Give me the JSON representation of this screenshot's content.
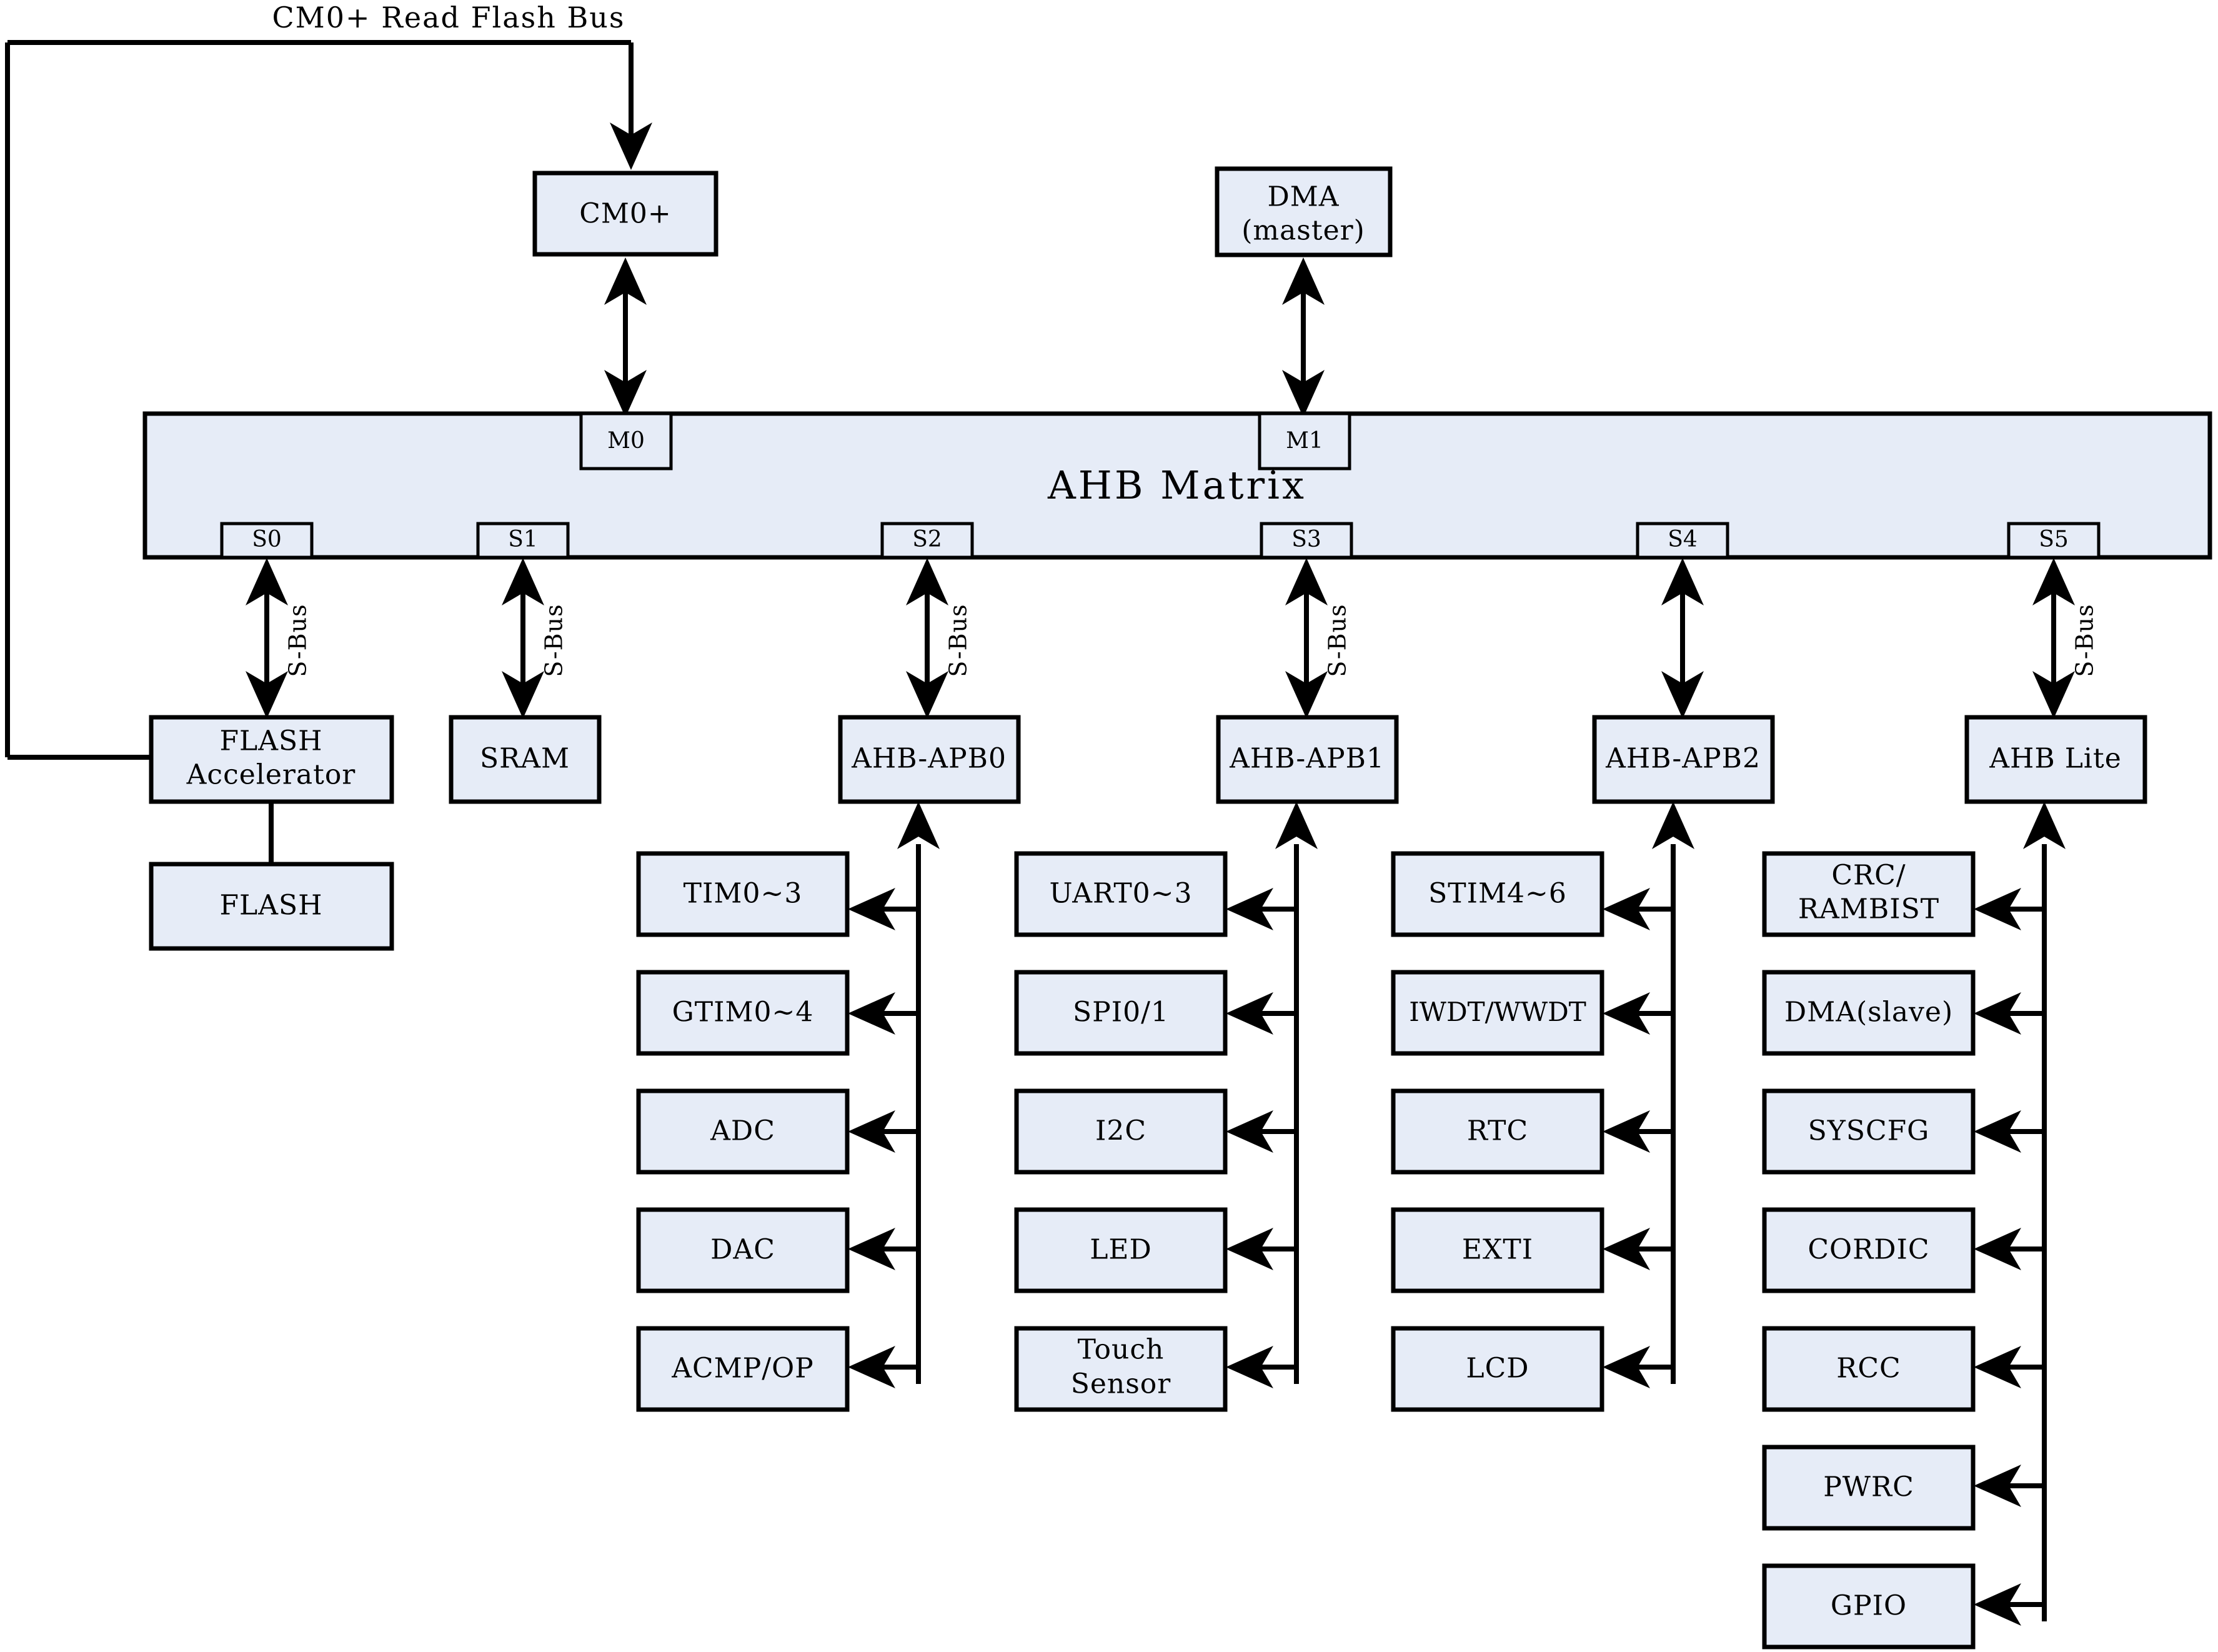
{
  "diagram": {
    "title": "CM0+ Read Flash Bus",
    "matrix_label": "AHB Matrix",
    "sbus_label": "S-Bus",
    "colors": {
      "block_fill": "#e6ecf7",
      "stroke": "#000000",
      "background": "#ffffff"
    },
    "masters": [
      {
        "id": "m0",
        "label": "CM0+",
        "port": "M0"
      },
      {
        "id": "m1",
        "label": "DMA\n(master)",
        "line1": "DMA",
        "line2": "(master)",
        "port": "M1"
      }
    ],
    "slave_ports": [
      {
        "port": "S0",
        "label": "FLASH Accelerator",
        "line1": "FLASH",
        "line2": "Accelerator"
      },
      {
        "port": "S1",
        "label": "SRAM",
        "line1": "SRAM",
        "line2": ""
      },
      {
        "port": "S2",
        "label": "AHB-APB0",
        "line1": "AHB-APB0",
        "line2": ""
      },
      {
        "port": "S3",
        "label": "AHB-APB1",
        "line1": "AHB-APB1",
        "line2": ""
      },
      {
        "port": "S4",
        "label": "AHB-APB2",
        "line1": "AHB-APB2",
        "line2": ""
      },
      {
        "port": "S5",
        "label": "AHB Lite",
        "line1": "AHB Lite",
        "line2": ""
      }
    ],
    "flash_memory": {
      "label": "FLASH"
    },
    "peripheral_columns": [
      {
        "bridge": "AHB-APB0",
        "items": [
          {
            "line1": "TIM0~3",
            "line2": ""
          },
          {
            "line1": "GTIM0~4",
            "line2": ""
          },
          {
            "line1": "ADC",
            "line2": ""
          },
          {
            "line1": "DAC",
            "line2": ""
          },
          {
            "line1": "ACMP/OP",
            "line2": ""
          }
        ]
      },
      {
        "bridge": "AHB-APB1",
        "items": [
          {
            "line1": "UART0~3",
            "line2": ""
          },
          {
            "line1": "SPI0/1",
            "line2": ""
          },
          {
            "line1": "I2C",
            "line2": ""
          },
          {
            "line1": "LED",
            "line2": ""
          },
          {
            "line1": "Touch",
            "line2": "Sensor"
          }
        ]
      },
      {
        "bridge": "AHB-APB2",
        "items": [
          {
            "line1": "STIM4~6",
            "line2": ""
          },
          {
            "line1": "IWDT/WWDT",
            "line2": ""
          },
          {
            "line1": "RTC",
            "line2": ""
          },
          {
            "line1": "EXTI",
            "line2": ""
          },
          {
            "line1": "LCD",
            "line2": ""
          }
        ]
      },
      {
        "bridge": "AHB Lite",
        "items": [
          {
            "line1": "CRC/",
            "line2": "RAMBIST"
          },
          {
            "line1": "DMA(slave)",
            "line2": ""
          },
          {
            "line1": "SYSCFG",
            "line2": ""
          },
          {
            "line1": "CORDIC",
            "line2": ""
          },
          {
            "line1": "RCC",
            "line2": ""
          },
          {
            "line1": "PWRC",
            "line2": ""
          },
          {
            "line1": "GPIO",
            "line2": ""
          }
        ]
      }
    ]
  }
}
